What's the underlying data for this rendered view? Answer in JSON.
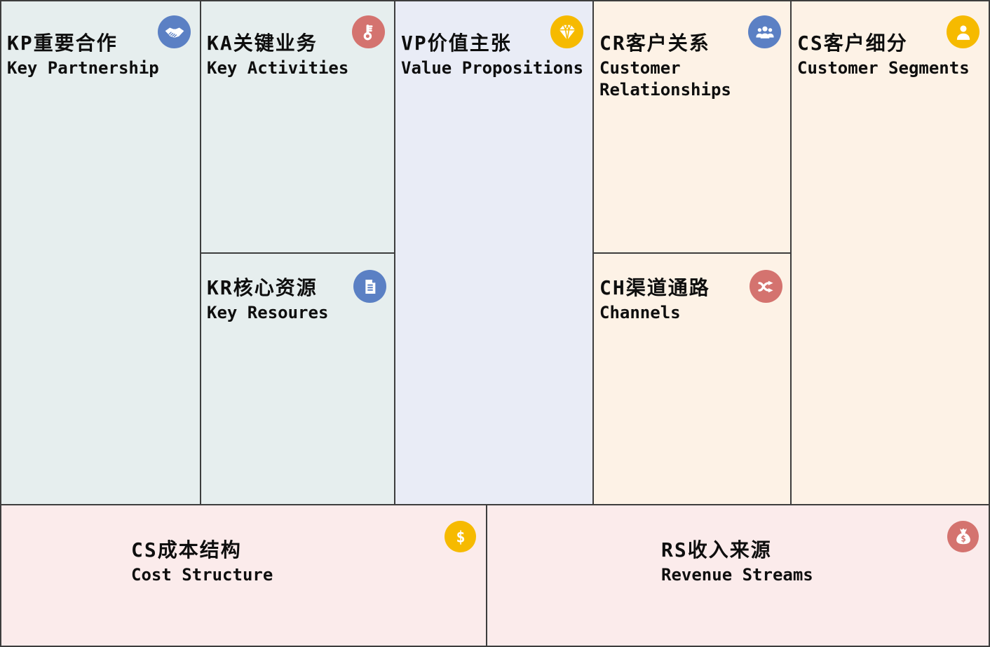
{
  "canvas_name": "business-model-canvas",
  "colors": {
    "border": "#3d3d3d",
    "cell_green": "#e6eeee",
    "cell_lavender": "#e9ecf6",
    "cell_cream": "#fdf2e6",
    "cell_pink": "#fbebeb",
    "icon_blue": "#5b80c4",
    "icon_red": "#d4736f",
    "icon_yellow": "#f6ba00",
    "text": "#0e0e0e"
  },
  "cells": {
    "key_partnership": {
      "title_zh": "KP重要合作",
      "title_en": "Key Partnership",
      "icon": "handshake-icon"
    },
    "key_activities": {
      "title_zh": "KA关键业务",
      "title_en": "Key Activities",
      "icon": "key-icon"
    },
    "key_resources": {
      "title_zh": "KR核心资源",
      "title_en": "Key Resoures",
      "icon": "document-icon"
    },
    "value_propositions": {
      "title_zh": "VP价值主张",
      "title_en": "Value Propositions",
      "icon": "diamond-icon"
    },
    "customer_relationships": {
      "title_zh": "CR客户关系",
      "title_en": "Customer Relationships",
      "icon": "people-icon"
    },
    "channels": {
      "title_zh": "CH渠道通路",
      "title_en": "Channels",
      "icon": "shuffle-icon"
    },
    "customer_segments": {
      "title_zh": "CS客户细分",
      "title_en": "Customer Segments",
      "icon": "person-icon"
    },
    "cost_structure": {
      "title_zh": "CS成本结构",
      "title_en": "Cost Structure",
      "icon": "dollar-icon"
    },
    "revenue_streams": {
      "title_zh": "RS收入来源",
      "title_en": "Revenue Streams",
      "icon": "money-bag-icon"
    }
  }
}
